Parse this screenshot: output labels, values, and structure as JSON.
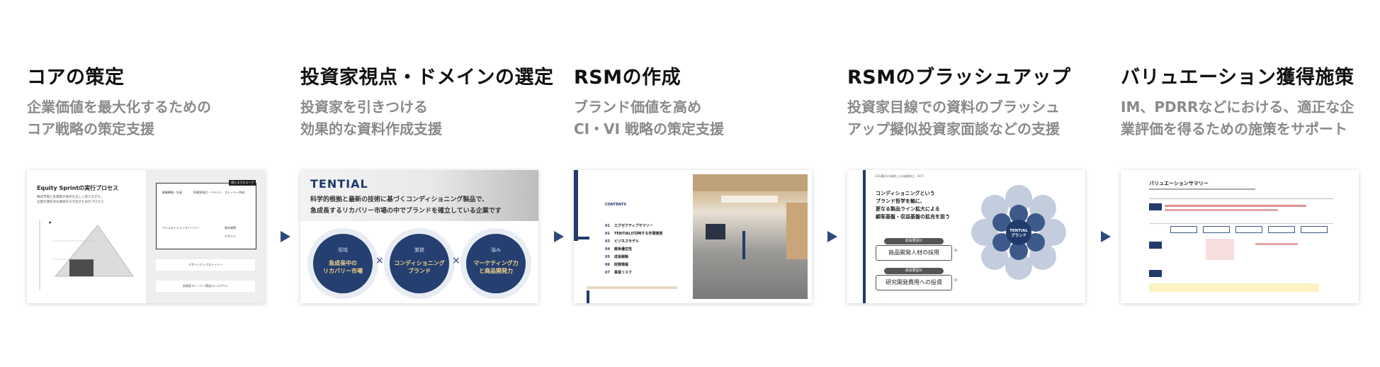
{
  "steps": [
    {
      "title": "コアの策定",
      "sub1": "企業価値を最大化するための",
      "sub2": "コア戦略の策定支援"
    },
    {
      "title": "投資家視点・ドメインの選定",
      "sub1": "投資家を引きつける",
      "sub2": "効果的な資料作成支援"
    },
    {
      "title": "RSMの作成",
      "sub1": "ブランド価値を高め",
      "sub2": "CI・VI 戦略の策定支援"
    },
    {
      "title": "RSMのブラッシュアップ",
      "sub1": "投資家目線での資料のブラッシュ",
      "sub2": "アップ擬似投資家面談などの支援"
    },
    {
      "title": "バリュエーション獲得施策",
      "sub1": "IM、PDRRなどにおける、適正な企",
      "sub2": "業評価を得るための施策をサポート"
    }
  ],
  "card1": {
    "heading": "Equity Sprintの実行プロセス",
    "desc1": "株式市場と投資家の視点を正しく捉えながら、",
    "desc2": "企業の潜在的な価値を引き出すためのプロセス",
    "tag": "続くエクスコープ",
    "boxes": [
      "事業戦略・計画",
      "投資家視点・ドメイン",
      "ストーリー作成",
      "資本政策",
      "デザイン",
      "バリュエーションストーリー"
    ],
    "bars": [
      "デザインアップストーリー",
      "投資家ストーリー策定ロールアウト"
    ]
  },
  "card2": {
    "brand": "TENTIAL",
    "line1": "科学的根拠と最新の技術に基づくコンディショニング製品で、",
    "line2": "急成長するリカバリー市場の中でブランドを確立している企業です",
    "circles": [
      {
        "label": "領域",
        "text1": "急成長中の",
        "text2": "リカバリー市場"
      },
      {
        "label": "業務",
        "text1": "コンディショニング",
        "text2": "ブランド"
      },
      {
        "label": "強み",
        "text1": "マーケティング力",
        "text2": "と商品開発力"
      }
    ],
    "times": "×"
  },
  "card3": {
    "contents_label": "CONTENTS",
    "items": [
      {
        "num": "01",
        "text": "エグゼクティブサマリー"
      },
      {
        "num": "02",
        "text": "TENTIALが対峙する市場環境"
      },
      {
        "num": "03",
        "text": "ビジネスモデル"
      },
      {
        "num": "04",
        "text": "競争優位性"
      },
      {
        "num": "05",
        "text": "成長戦略"
      },
      {
        "num": "06",
        "text": "財務情報"
      },
      {
        "num": "07",
        "text": "事業リスク"
      }
    ]
  },
  "card4": {
    "header": "ESG観点の高度による価値向上（6/7）",
    "body1": "コンディショニングという",
    "body2": "ブランド哲学を軸に、",
    "body3": "更なる製品ライン拡大による",
    "body4": "顧客基盤・収益基盤の拡充を狙う",
    "tag1": "成長要因①",
    "btn1": "商品開発人材の採用",
    "tag2": "成長要因②",
    "btn2": "研究開発費用への投資",
    "hub1": "TENTIAL",
    "hub2": "ブランド"
  },
  "card5": {
    "title": "バリュエーションサマリー"
  },
  "colors": {
    "navy": "#203a6b",
    "arrow": "#2e4a7a",
    "grey_text": "#8a8a8a"
  }
}
